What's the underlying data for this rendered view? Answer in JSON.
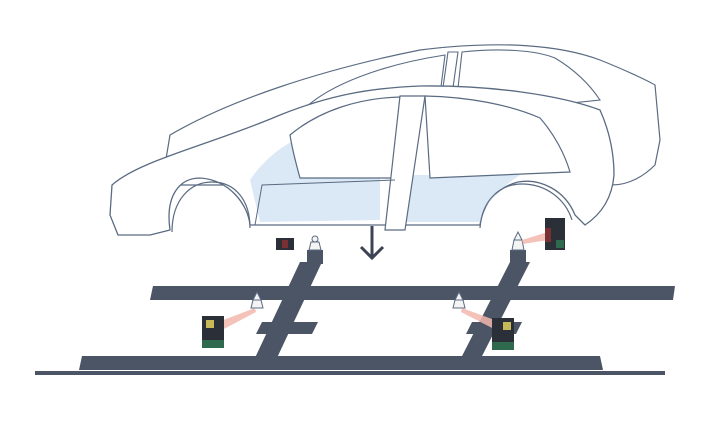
{
  "colors": {
    "background": "#ffffff",
    "car_outline": "#4a5b73",
    "car_fill": "#ffffff",
    "car_glass": "#dbe8f5",
    "fixture": "#4b5566",
    "fixture_dark": "#3c4454",
    "sensor_body": "#2b2f38",
    "sensor_face_green": "#2f6a4f",
    "sensor_face_red": "#7a2f33",
    "sensor_label": "#c7b85a",
    "laser_beam": "#f3b7ae",
    "pin": "#f4f4f4",
    "arrow": "#3c4454"
  },
  "icons": {
    "down_arrow": "arrow-down-icon",
    "sensors": "laser-sensor-icon",
    "pins": "locating-pin-icon"
  },
  "components": [
    "car-body-lowered",
    "car-body-raised",
    "fixture-frame",
    "locating-pins",
    "laser-sensors"
  ]
}
